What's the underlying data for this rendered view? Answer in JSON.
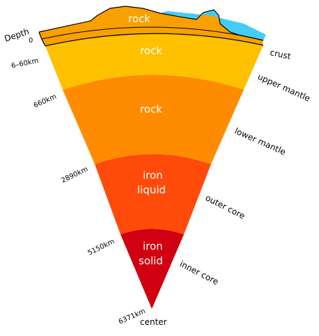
{
  "colors": {
    "crust": "#f8a000",
    "upper_mantle": "#ffc000",
    "lower_mantle": "#ff8c00",
    "outer_core": "#ff4a0a",
    "inner_core": "#d00010",
    "ocean": "#44ccf4",
    "outline": "#000000"
  },
  "depth_header": "Depth",
  "depth_surface": "0",
  "layers": [
    {
      "id": "crust",
      "material": "rock",
      "name": "crust",
      "depth": "6–60km"
    },
    {
      "id": "upper_mantle",
      "material": "rock",
      "name": "upper mantle",
      "depth": "660km"
    },
    {
      "id": "lower_mantle",
      "material": "rock",
      "name": "lower mantle",
      "depth": "2890km"
    },
    {
      "id": "outer_core",
      "material_line1": "iron",
      "material_line2": "liquid",
      "name": "outer core",
      "depth": "5150km"
    },
    {
      "id": "inner_core",
      "material_line1": "iron",
      "material_line2": "solid",
      "name": "inner core",
      "depth": "6371km"
    }
  ],
  "center_label": "center"
}
